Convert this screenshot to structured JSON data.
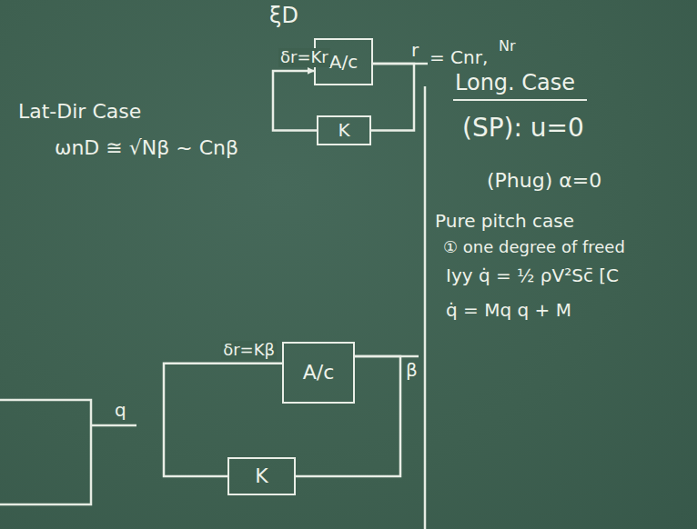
{
  "diagram": {
    "nodes": [
      {
        "text": [
          "A/c"
        ]
      },
      {
        "text": [
          "K"
        ]
      },
      {
        "text": [
          "A/c"
        ]
      },
      {
        "text": [
          "K"
        ]
      }
    ],
    "edges": [
      {
        "from": 0,
        "to": 1,
        "arrow": "none"
      },
      {
        "from": 1,
        "to": 0,
        "label": "δr=Kr",
        "arrow": "to"
      },
      {
        "from": 2,
        "to": 3,
        "arrow": "none"
      },
      {
        "from": 3,
        "to": 2,
        "label": "δr=Kβ",
        "arrow": "none"
      }
    ],
    "labels": [
      "ξD",
      "Lat-Dir Case",
      "ωnD ≅ √Nβ ~ Cnβ",
      "r",
      "= Cnr,",
      "Nr",
      "β",
      "q",
      "Long. Case",
      "(SP): u=0",
      "(Phug) α=0",
      "Pure pitch case",
      "① one degree of freed",
      "Iyy q̇ = ½ ρV²Sc̄ [C",
      "q̇ = Mq q + M"
    ]
  }
}
